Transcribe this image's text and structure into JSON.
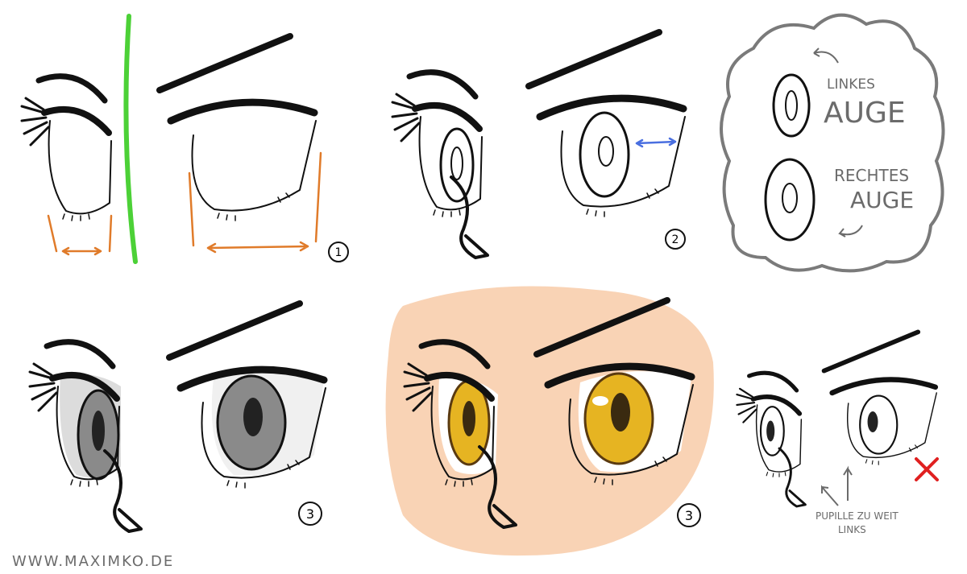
{
  "steps": {
    "step1": "1",
    "step2": "2",
    "step3a": "3",
    "step3b": "3"
  },
  "note_cloud": {
    "left_eye_line1": "LINKES",
    "left_eye_line2": "AUGE",
    "right_eye_line1": "RECHTES",
    "right_eye_line2": "AUGE"
  },
  "mistake_note": {
    "line1": "PUPILLE ZU WEIT",
    "line2": "LINKS"
  },
  "watermark": "WWW.MAXIMKO.DE",
  "colors": {
    "guide_green": "#4cd137",
    "measure_orange": "#e07b2a",
    "offset_blue": "#4a6fe0",
    "skin": "#f9d3b5",
    "iris_yellow": "#e6b422",
    "iris_gray": "#8a8a8a",
    "cross_red": "#e02020",
    "cloud_gray": "#7a7a7a"
  }
}
